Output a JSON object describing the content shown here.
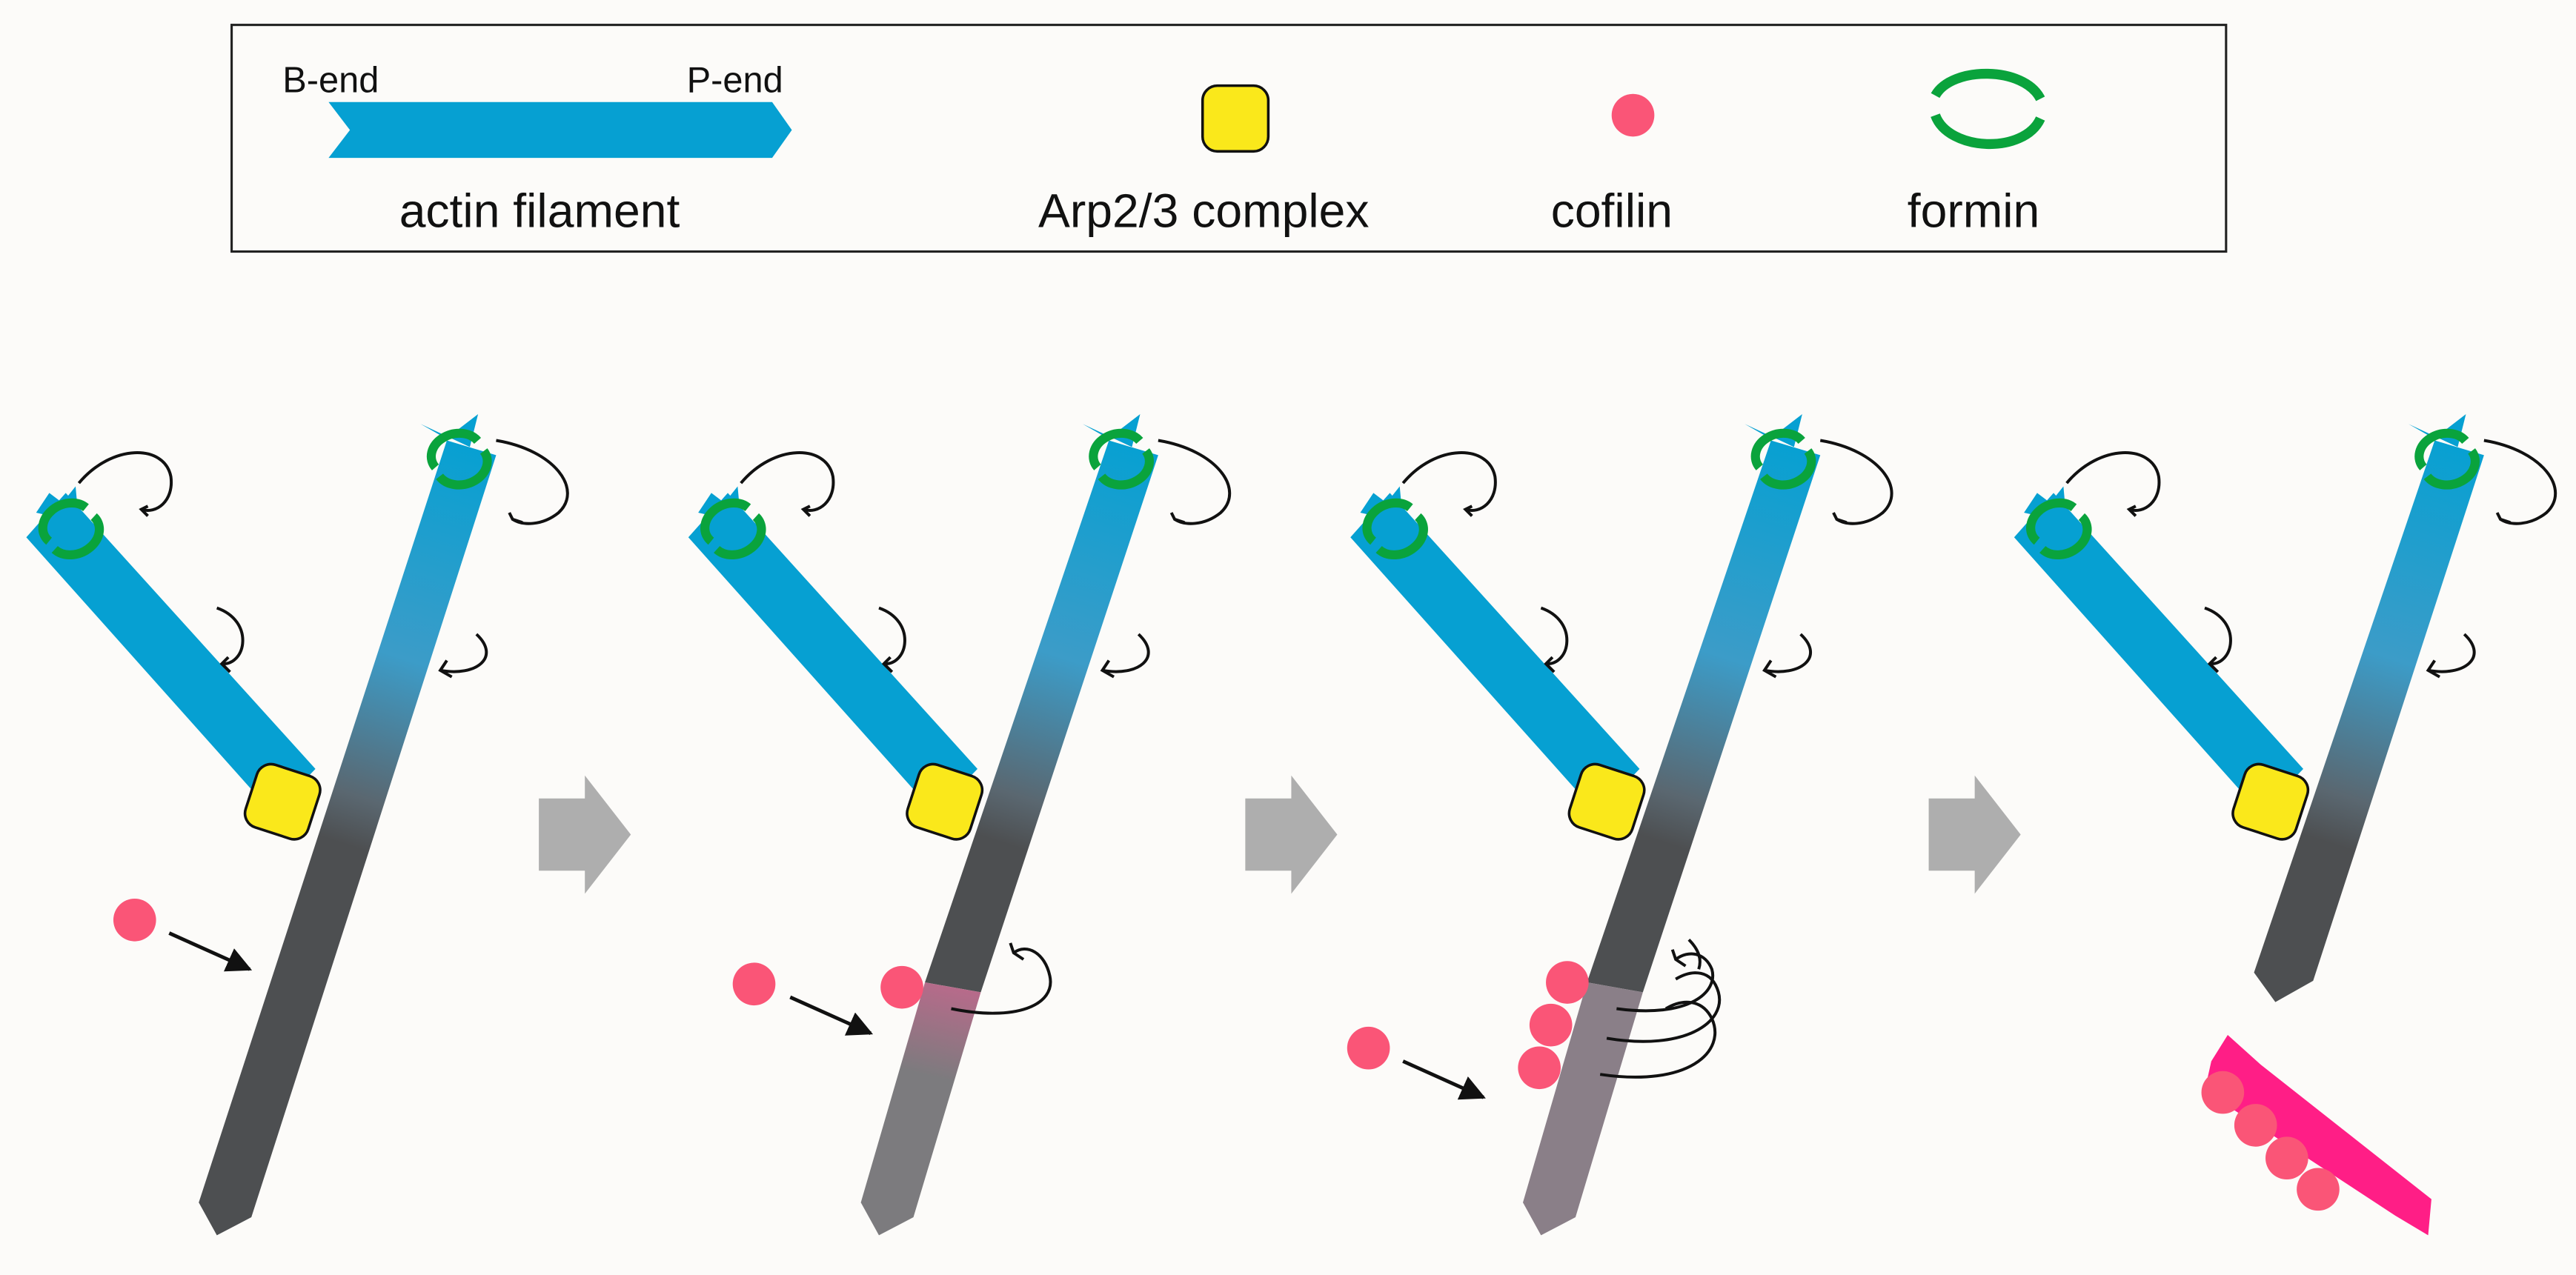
{
  "legend": {
    "b_end_label": "B-end",
    "p_end_label": "P-end",
    "actin_label": "actin filament",
    "arp_label": "Arp2/3 complex",
    "cofilin_label": "cofilin",
    "formin_label": "formin"
  },
  "colors": {
    "actin": "#06a0d2",
    "old_actin": "#4d4f51",
    "cofilin_bead": "#fa5577",
    "cofilin_decorated": "#ff1e86",
    "arp": "#fae81b",
    "formin": "#0aa33c",
    "step_arrow": "#aeaeae"
  },
  "panels": [
    "stage-1",
    "stage-2",
    "stage-3",
    "stage-4"
  ]
}
